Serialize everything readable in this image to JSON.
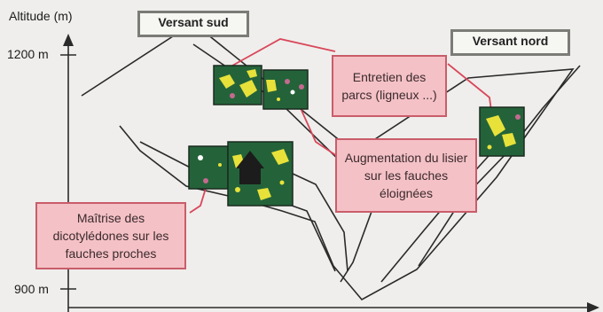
{
  "axis": {
    "title": "Altitude (m)",
    "ticks": [
      "1200 m",
      "900 m"
    ]
  },
  "slopes": {
    "south": "Versant sud",
    "north": "Versant nord"
  },
  "callouts": {
    "parcs": "Entretien des parcs (ligneux ...)",
    "lisier": "Augmentation du lisier sur les fauches éloignées",
    "dicot": "Maîtrise des dicotylédones sur les fauches proches"
  },
  "colors": {
    "parcel_green": "#24633a",
    "patch_yellow": "#e7e13a",
    "callout_fill": "#f4c1c6",
    "callout_border": "#c95d6a",
    "connector": "#d9475a",
    "line": "#2a2a2a"
  }
}
